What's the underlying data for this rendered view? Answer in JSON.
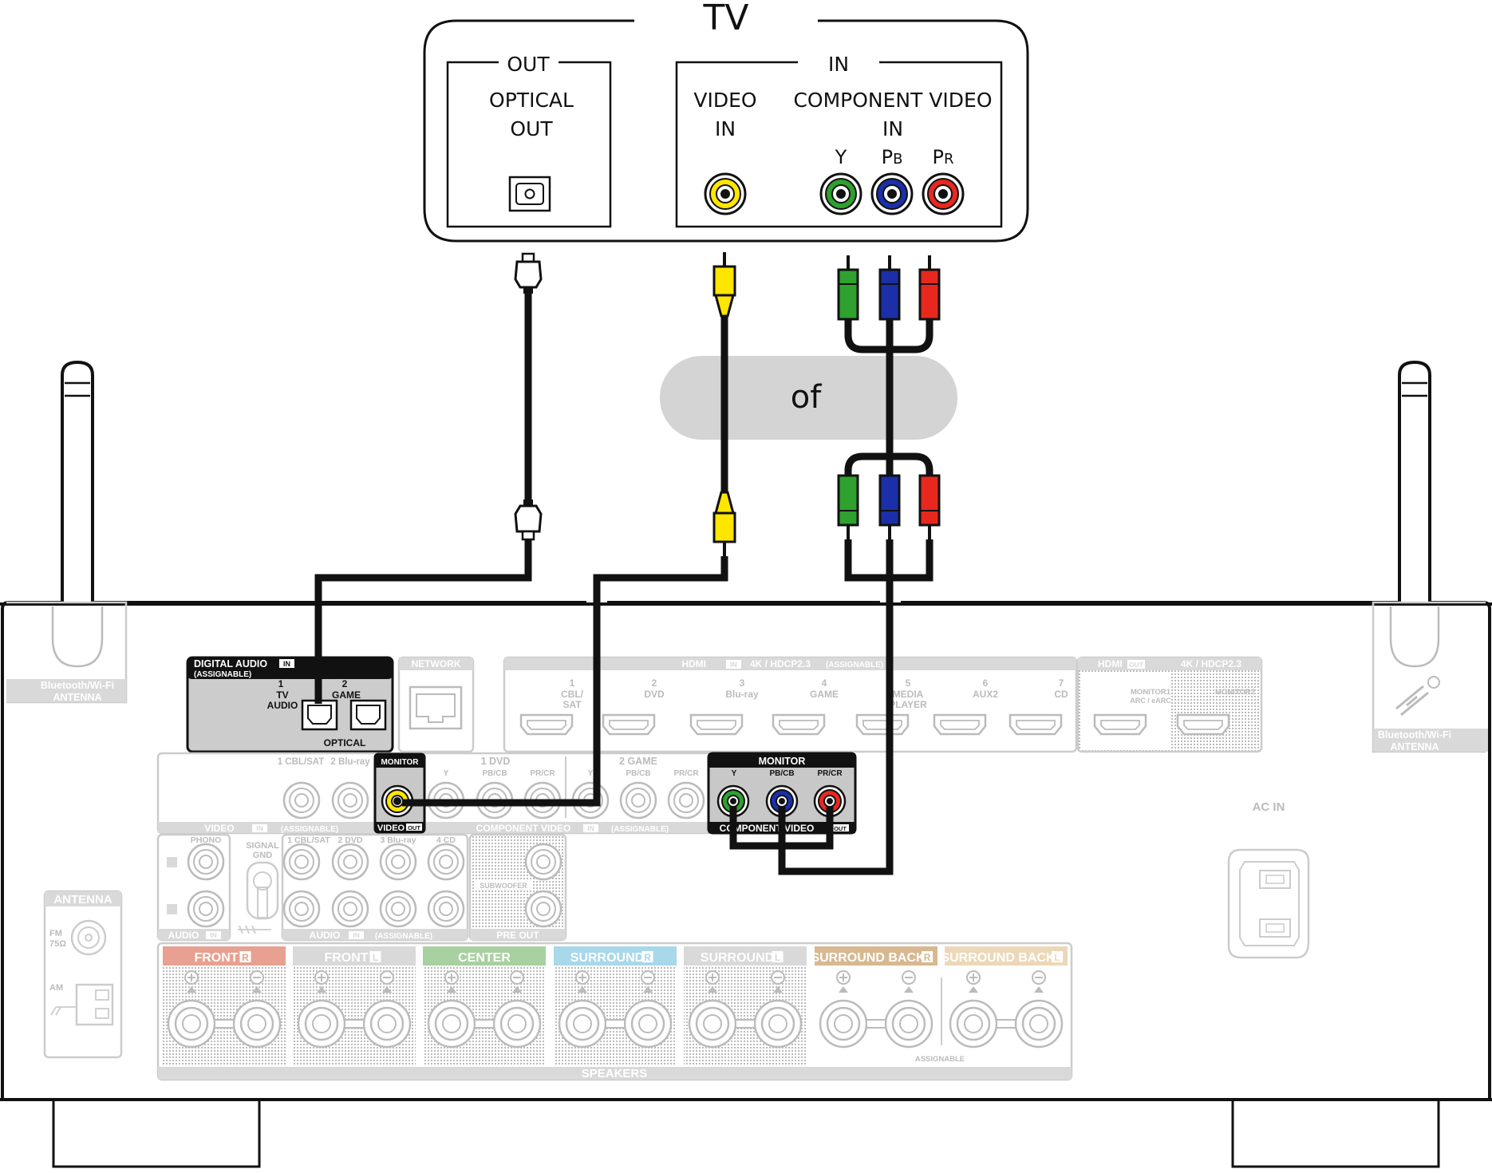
{
  "tv": {
    "title": "TV",
    "out_group": "OUT",
    "optical_line1": "OPTICAL",
    "optical_line2": "OUT",
    "in_group": "IN",
    "video_in_line1": "VIDEO",
    "video_in_line2": "IN",
    "component_line1": "COMPONENT VIDEO",
    "component_line2": "IN",
    "y": "Y",
    "pb": "PB",
    "pr": "PR"
  },
  "separator": "of",
  "receiver": {
    "antenna_left_label_1": "Bluetooth/Wi-Fi",
    "antenna_left_label_2": "ANTENNA",
    "antenna_right_label_1": "Bluetooth/Wi-Fi",
    "antenna_right_label_2": "ANTENNA",
    "digital_audio_title": "DIGITAL AUDIO",
    "digital_audio_in": "IN",
    "digital_audio_assignable": "(ASSIGNABLE)",
    "optical_1_num": "1",
    "optical_1_name_a": "TV",
    "optical_1_name_b": "AUDIO",
    "optical_2_num": "2",
    "optical_2_name": "GAME",
    "optical_label": "OPTICAL",
    "network": "NETWORK",
    "hdmi_in_title": "HDMI",
    "hdmi_in_badge": "IN",
    "hdmi_in_spec": "4K / HDCP2.3",
    "hdmi_in_assignable": "(ASSIGNABLE)",
    "hdmi_inputs": [
      {
        "num": "1",
        "name": "CBL/",
        "name2": "SAT"
      },
      {
        "num": "2",
        "name": "DVD",
        "name2": ""
      },
      {
        "num": "3",
        "name": "Blu-ray",
        "name2": ""
      },
      {
        "num": "4",
        "name": "GAME",
        "name2": ""
      },
      {
        "num": "5",
        "name": "MEDIA",
        "name2": "PLAYER"
      },
      {
        "num": "6",
        "name": "AUX2",
        "name2": ""
      },
      {
        "num": "7",
        "name": "CD",
        "name2": ""
      }
    ],
    "hdmi_out_title": "HDMI",
    "hdmi_out_badge": "OUT",
    "hdmi_out_spec": "4K / HDCP2.3",
    "hdmi_out_monitor1": "MONITOR1",
    "hdmi_out_monitor1_sub": "ARC / eARC",
    "hdmi_out_monitor2": "MONITOR2",
    "video_in_labels": [
      "1 CBL/SAT",
      "2 Blu-ray"
    ],
    "monitor_label": "MONITOR",
    "video_label": "VIDEO",
    "video_badge": "IN",
    "video_assignable": "(ASSIGNABLE)",
    "video_out_label": "VIDEO",
    "video_out_badge": "OUT",
    "comp_in_group1": "1 DVD",
    "comp_in_group2": "2 GAME",
    "comp_y": "Y",
    "comp_pb": "PB/CB",
    "comp_pr": "PR/CR",
    "component_video_label": "COMPONENT VIDEO",
    "component_video_badge": "IN",
    "component_video_assignable": "(ASSIGNABLE)",
    "comp_out_monitor": "MONITOR",
    "comp_out_label": "COMPONENT VIDEO",
    "comp_out_badge": "OUT",
    "ac_in": "AC IN",
    "phono": "PHONO",
    "signal_gnd_1": "SIGNAL",
    "signal_gnd_2": "GND",
    "audio_in_label": "AUDIO",
    "audio_in_badge": "IN",
    "audio_inputs": [
      "1 CBL/SAT",
      "2 DVD",
      "3 Blu-ray",
      "4 CD"
    ],
    "audio_assignable_label": "AUDIO",
    "audio_assignable_badge": "IN",
    "audio_assignable": "(ASSIGNABLE)",
    "subwoofer": "SUBWOOFER",
    "pre_out": "PRE OUT",
    "antenna_title": "ANTENNA",
    "fm_label": "FM",
    "fm_ohm": "75Ω",
    "am_label": "AM",
    "speakers_label": "SPEAKERS",
    "speaker_groups": [
      {
        "name": "FRONT",
        "side": "R",
        "color": "#e8a090"
      },
      {
        "name": "FRONT",
        "side": "L",
        "color": "#d9d9d9"
      },
      {
        "name": "CENTER",
        "side": "",
        "color": "#a8d0a0"
      },
      {
        "name": "SURROUND",
        "side": "R",
        "color": "#a8d8ea"
      },
      {
        "name": "SURROUND",
        "side": "L",
        "color": "#d9d9d9"
      },
      {
        "name": "SURROUND BACK",
        "side": "R",
        "color": "#d8b890"
      },
      {
        "name": "SURROUND BACK",
        "side": "L",
        "color": "#ecd8b8"
      }
    ],
    "assignable_note": "ASSIGNABLE"
  },
  "colors": {
    "cable": "#111111",
    "yellow": "#ffe600",
    "green": "#2ea12e",
    "blue": "#1b2fa8",
    "red": "#e8281e",
    "panel_gray": "#cccccc",
    "light_gray": "#d9d9d9",
    "highlight": "#c8c8c8"
  },
  "icons": [
    "optical-port-icon",
    "rca-jack-icon",
    "optical-plug-icon",
    "rca-plug-icon",
    "hdmi-port-icon",
    "ethernet-port-icon",
    "speaker-terminal-icon",
    "antenna-icon",
    "ac-inlet-icon"
  ]
}
